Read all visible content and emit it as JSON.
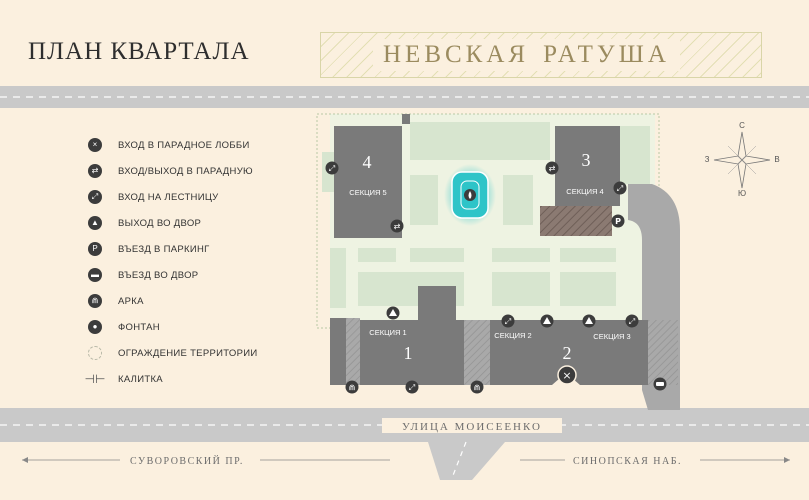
{
  "title": "ПЛАН КВАРТАЛА",
  "brand": {
    "word1": "НЕВСКАЯ",
    "word2": "РАТУША"
  },
  "legend": [
    {
      "icon": "cross-icon",
      "glyph": "×",
      "label": "ВХОД В ПАРАДНОЕ ЛОББИ"
    },
    {
      "icon": "swap-arrows-icon",
      "glyph": "⇄",
      "label": "ВХОД/ВЫХОД В ПАРАДНУЮ"
    },
    {
      "icon": "stairs-icon",
      "glyph": "⤢",
      "label": "ВХОД НА ЛЕСТНИЦУ"
    },
    {
      "icon": "triangle-icon",
      "glyph": "▲",
      "label": "ВЫХОД ВО ДВОР"
    },
    {
      "icon": "parking-icon",
      "glyph": "P",
      "label": "ВЪЕЗД В ПАРКИНГ"
    },
    {
      "icon": "car-icon",
      "glyph": "▬",
      "label": "ВЪЕЗД ВО ДВОР"
    },
    {
      "icon": "arch-icon",
      "glyph": "⋒",
      "label": "АРКА"
    },
    {
      "icon": "fountain-drop-icon",
      "glyph": "●",
      "label": "ФОНТАН"
    },
    {
      "icon": "fence-circle-icon",
      "glyph": "",
      "label": "ОГРАЖДЕНИЕ ТЕРРИТОРИИ"
    },
    {
      "icon": "gate-icon",
      "glyph": "⊣⊢",
      "label": "КАЛИТКА"
    }
  ],
  "compass": {
    "n": "С",
    "s": "Ю",
    "w": "З",
    "e": "В"
  },
  "buildings": {
    "b1": {
      "number": "1",
      "section": "СЕКЦИЯ 1"
    },
    "b2": {
      "number": "2",
      "section_a": "СЕКЦИЯ 2",
      "section_b": "СЕКЦИЯ 3"
    },
    "b3": {
      "number": "3",
      "section": "СЕКЦИЯ 4"
    },
    "b4": {
      "number": "4",
      "section": "СЕКЦИЯ 5"
    }
  },
  "streets": {
    "main": "УЛИЦА МОИСЕЕНКО",
    "left": "СУВОРОВСКИЙ ПР.",
    "right": "СИНОПСКАЯ НАБ."
  },
  "colors": {
    "background": "#fbf0df",
    "road": "#c9c9c9",
    "building": "#7a7a7a",
    "courtyard": "#eef3e2",
    "lawn": "#d7e5cf",
    "fountain": "#2ec4c8",
    "icon": "#3c3c3c",
    "brand": "#9b8b5f"
  }
}
